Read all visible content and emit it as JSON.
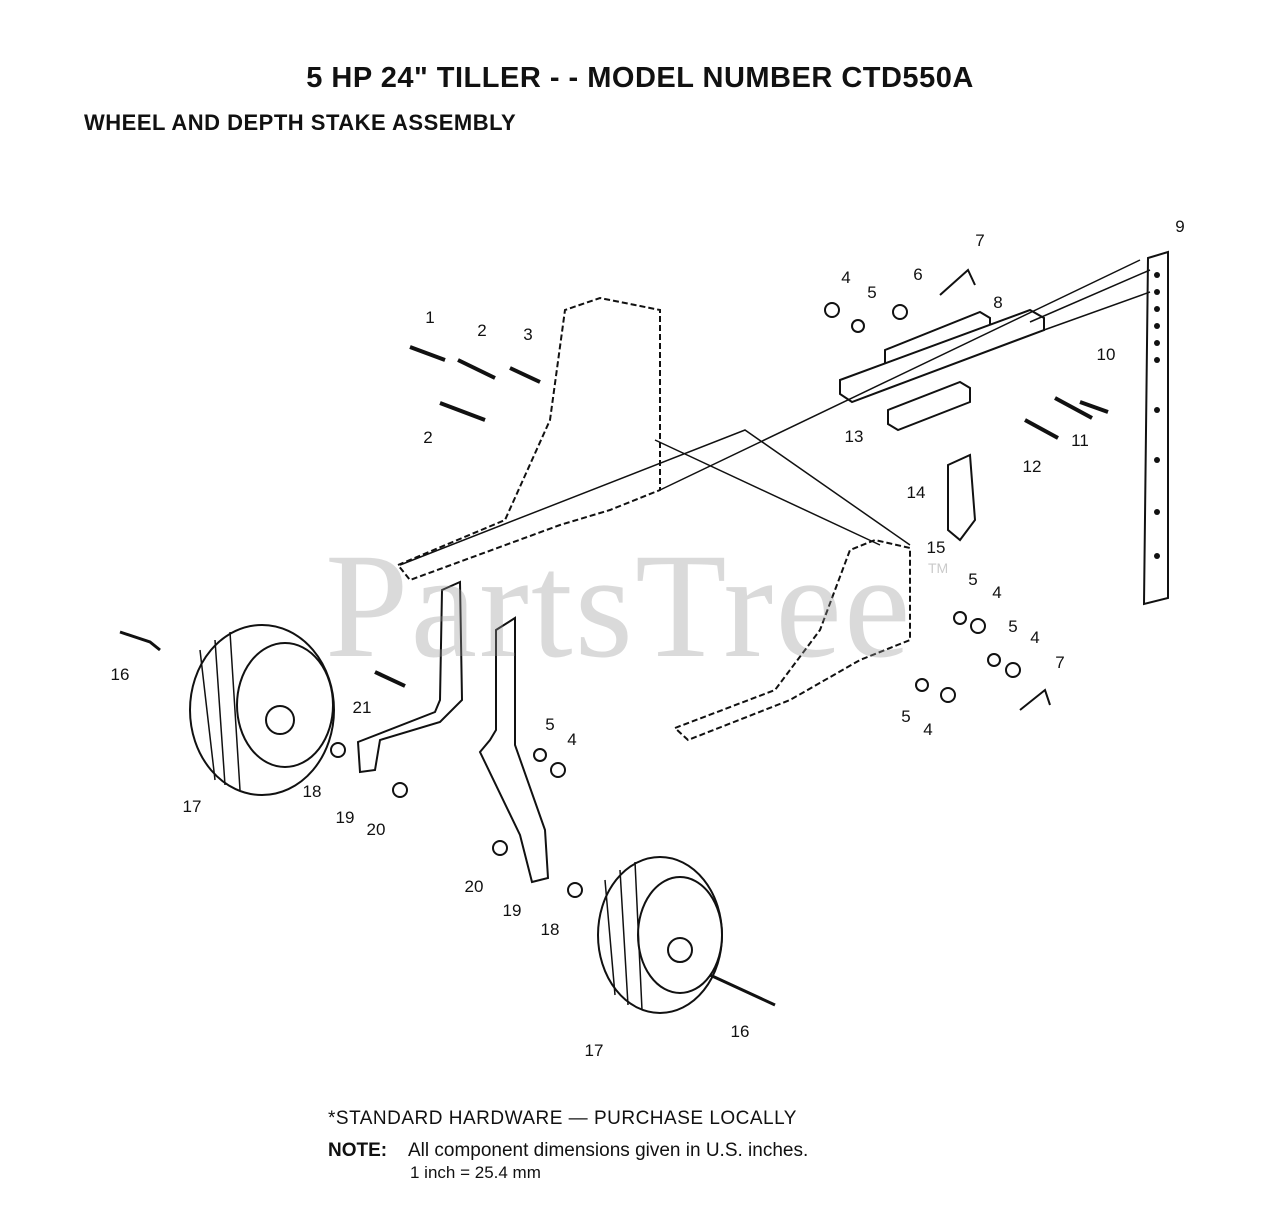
{
  "title": "5 HP 24\" TILLER - - MODEL NUMBER CTD550A",
  "subtitle": "WHEEL AND DEPTH STAKE ASSEMBLY",
  "watermark": "PartsTree",
  "trademark": "TM",
  "footer": {
    "hardware": "*STANDARD HARDWARE — PURCHASE LOCALLY",
    "note_label": "NOTE:",
    "note_text": "All component dimensions given in U.S. inches.",
    "conversion": "1 inch = 25.4 mm"
  },
  "callouts": [
    "1",
    "2",
    "2",
    "3",
    "4",
    "5",
    "6",
    "7",
    "8",
    "9",
    "10",
    "11",
    "12",
    "13",
    "14",
    "15",
    "5",
    "4",
    "5",
    "4",
    "7",
    "5",
    "4",
    "16",
    "21",
    "5",
    "4",
    "17",
    "18",
    "19",
    "20",
    "20",
    "19",
    "18",
    "17",
    "16"
  ]
}
